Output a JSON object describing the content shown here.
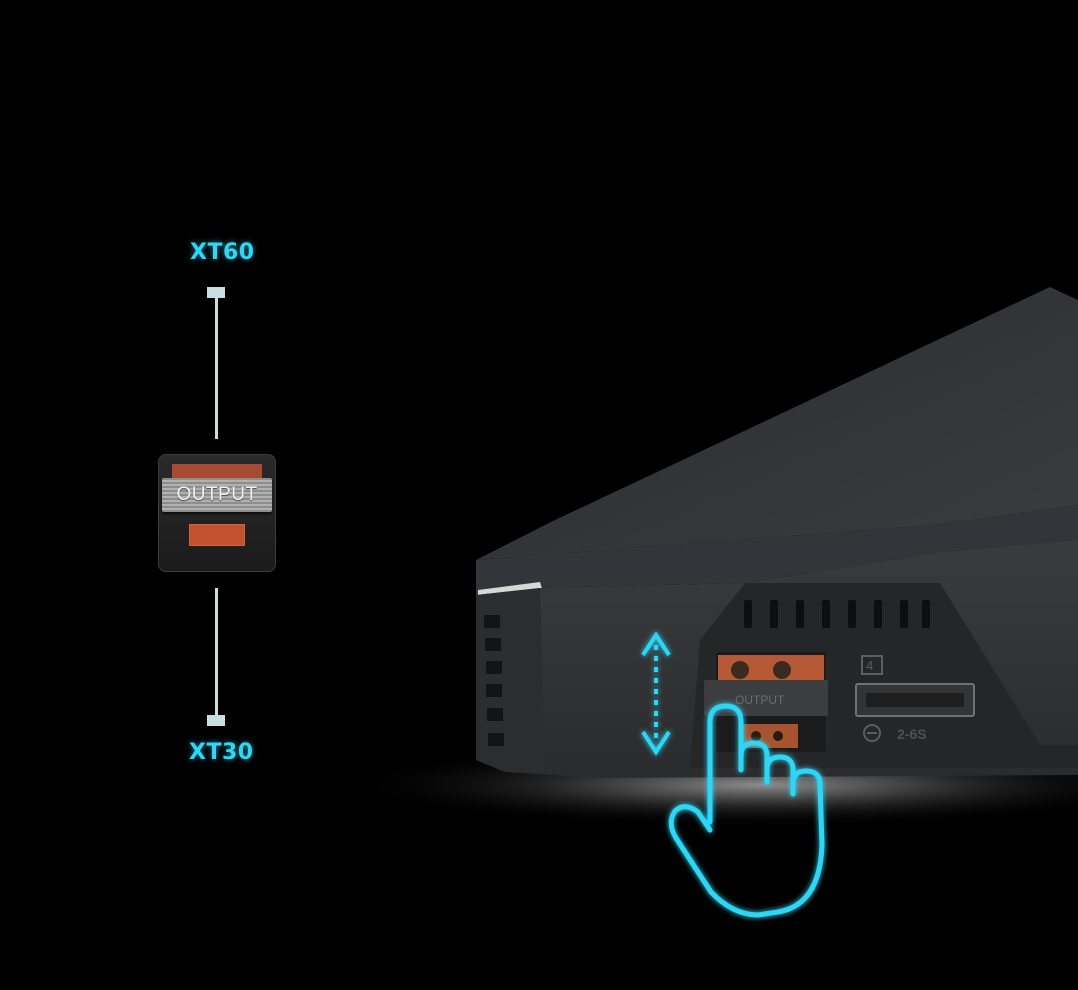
{
  "switch": {
    "top_label": "XT60",
    "bottom_label": "XT30",
    "badge_text": "OUTPUT"
  },
  "device": {
    "slider_text": "OUTPUT",
    "port_number": "4",
    "balance_label": "2-6S"
  },
  "colors": {
    "accent": "#2fd6f5",
    "connector": "#c0522f",
    "body": "#2d2e30",
    "background": "#000000"
  },
  "icons": [
    "updown-arrow-icon",
    "hand-pointer-icon"
  ]
}
